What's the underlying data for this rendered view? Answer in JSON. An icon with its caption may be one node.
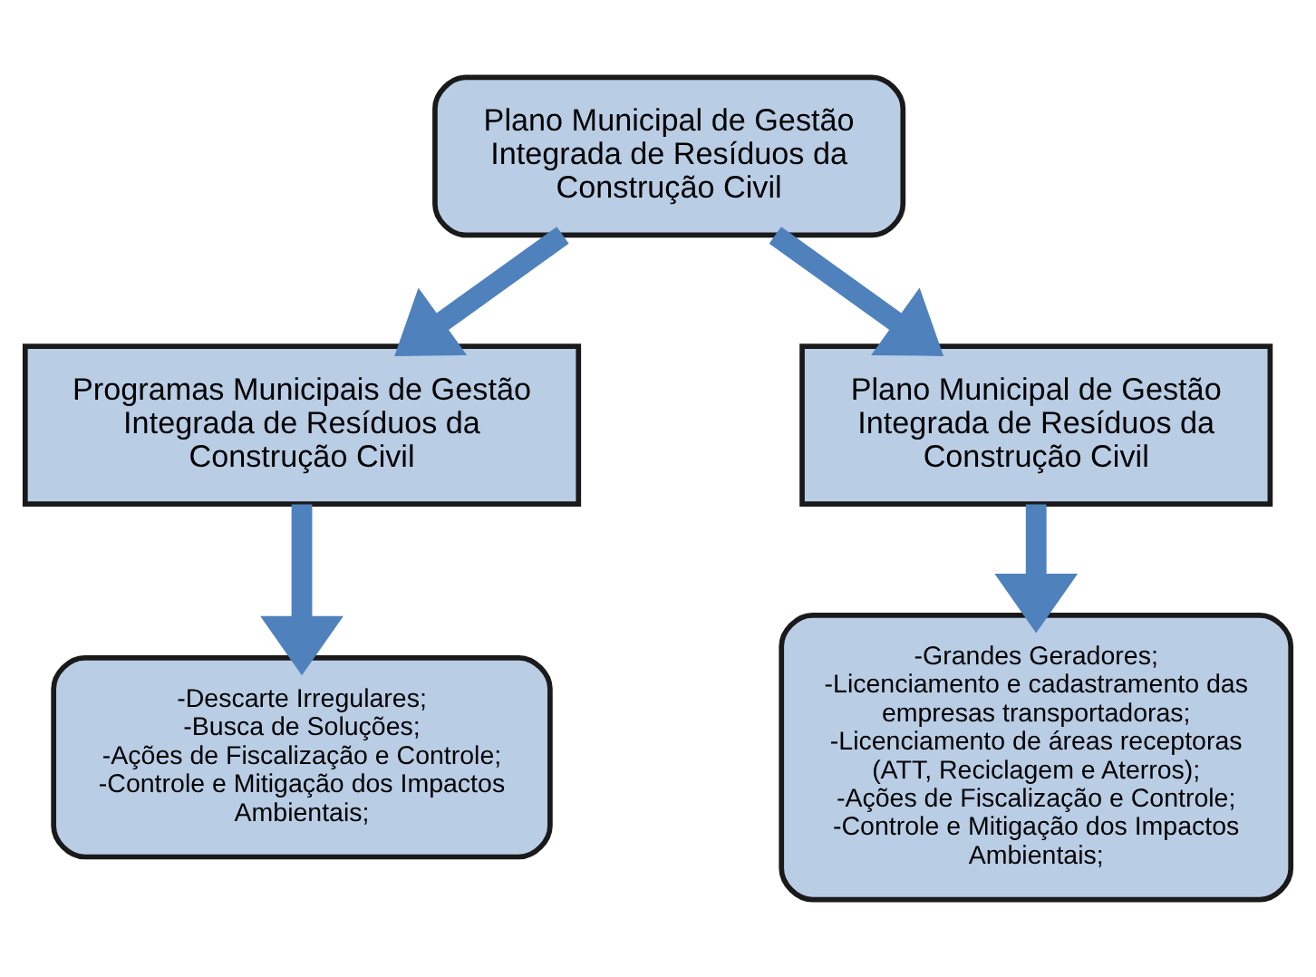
{
  "diagram": {
    "nodes": [
      {
        "text": [
          "Plano Municipal de Gestão Integrada de Resíduos da Construção Civil"
        ]
      },
      {
        "text": [
          "Programas Municipais de Gestão Integrada de Resíduos da Construção Civil"
        ]
      },
      {
        "text": [
          "Plano Municipal de Gestão Integrada de Resíduos da Construção Civil"
        ]
      },
      {
        "text": [
          "-Descarte Irregulares;",
          "-Busca de Soluções;",
          "-Ações de Fiscalização e Controle;",
          "-Controle e Mitigação dos Impactos Ambientais;"
        ]
      },
      {
        "text": [
          "-Grandes Geradores;",
          "-Licenciamento e cadastramento das empresas transportadoras;",
          "-Licenciamento de áreas receptoras (ATT, Reciclagem e Aterros);",
          "-Ações de Fiscalização e Controle;",
          "-Controle e Mitigação dos Impactos Ambientais;"
        ]
      }
    ],
    "edges": [
      {
        "from": 0,
        "to": 1,
        "arrow": "to"
      },
      {
        "from": 0,
        "to": 2,
        "arrow": "to"
      },
      {
        "from": 1,
        "to": 3,
        "arrow": "to"
      },
      {
        "from": 2,
        "to": 4,
        "arrow": "to"
      }
    ]
  }
}
